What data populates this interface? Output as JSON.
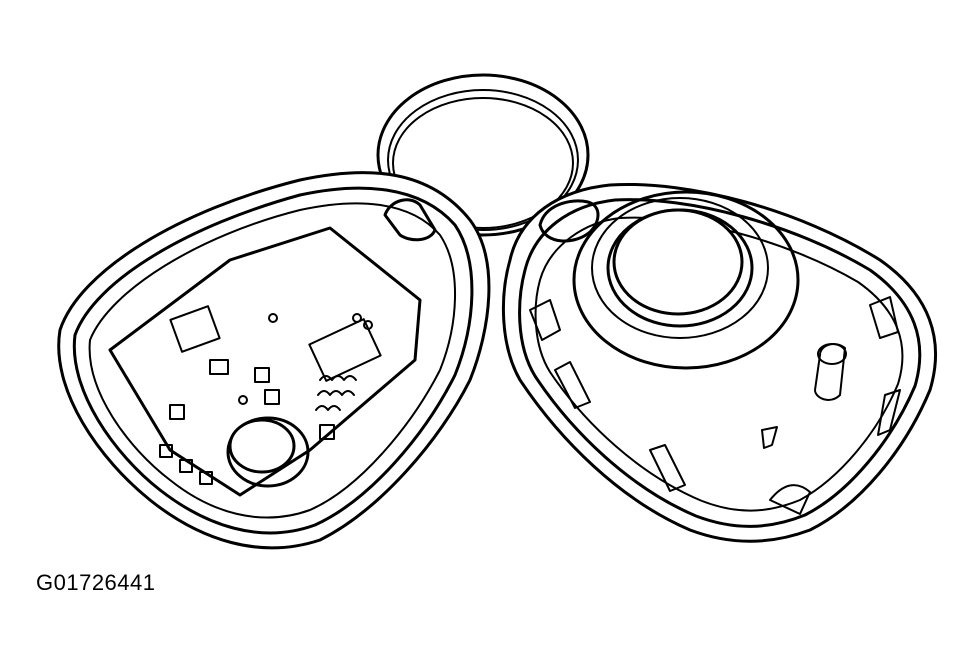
{
  "figure": {
    "id_label": "G01726441",
    "subject": "key fob transmitter opened (two halves on key ring)",
    "parts": [
      "key-ring",
      "left-housing-with-circuit-board",
      "coin-battery",
      "right-housing-with-button"
    ],
    "colors": {
      "line": "#000000",
      "background": "#ffffff"
    }
  }
}
